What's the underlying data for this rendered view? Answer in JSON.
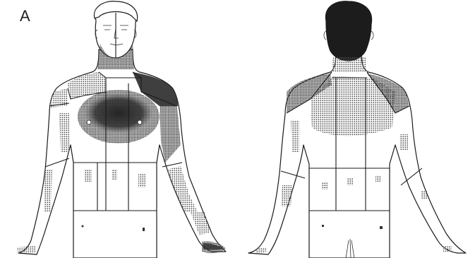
{
  "figure": {
    "panel_label": "A",
    "views": [
      {
        "name": "front"
      },
      {
        "name": "back"
      }
    ],
    "colors": {
      "line": "#1a1a1a",
      "stipple": "#555555",
      "dense_shading": "#2a2a2a",
      "hair": "#1c1c1c",
      "background": "#ffffff"
    }
  }
}
